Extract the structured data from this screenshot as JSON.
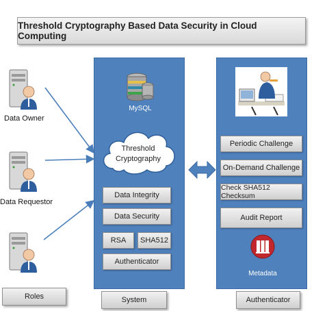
{
  "title": "Threshold Cryptography Based Data Security in Cloud Computing",
  "roles": [
    {
      "label": "Data Owner",
      "icon": "server-user-icon"
    },
    {
      "label": "Data Requestor",
      "icon": "server-user-icon"
    },
    {
      "label": "",
      "icon": "server-user-icon"
    }
  ],
  "system": {
    "db_label": "MySQL",
    "cloud_label_line1": "Threshold",
    "cloud_label_line2": "Cryptography",
    "items": [
      "Data Integrity",
      "Data Security"
    ],
    "algorithms": [
      "RSA",
      "SHA512"
    ],
    "authenticator": "Authenticator"
  },
  "authenticator_panel": {
    "items": [
      "Periodic Challenge",
      "On-Demand Challenge",
      "Check SHA512 Checksum",
      "Audit Report"
    ],
    "metadata_label": "Metadata"
  },
  "footer": {
    "roles": "Roles",
    "system": "System",
    "authenticator": "Authenticator"
  },
  "colors": {
    "panel": "#4f81bd",
    "arrow": "#4a7ebb",
    "metadata_icon": "#c0282d"
  }
}
